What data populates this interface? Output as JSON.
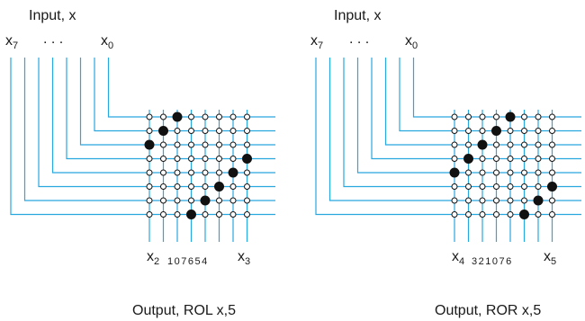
{
  "panels": [
    {
      "id": "rol",
      "input_title": "Input, x",
      "input_msb": {
        "base": "x",
        "sub": "7"
      },
      "input_dots": ". . .",
      "input_lsb": {
        "base": "x",
        "sub": "0"
      },
      "output_left": {
        "base": "x",
        "sub": "2"
      },
      "output_digits": "107654",
      "output_right": {
        "base": "x",
        "sub": "3"
      },
      "caption": "Output, ROL x,5",
      "closed_nodes": [
        [
          0,
          2
        ],
        [
          1,
          1
        ],
        [
          2,
          0
        ],
        [
          3,
          7
        ],
        [
          4,
          6
        ],
        [
          5,
          5
        ],
        [
          6,
          4
        ],
        [
          7,
          3
        ]
      ]
    },
    {
      "id": "ror",
      "input_title": "Input, x",
      "input_msb": {
        "base": "x",
        "sub": "7"
      },
      "input_dots": ". . .",
      "input_lsb": {
        "base": "x",
        "sub": "0"
      },
      "output_left": {
        "base": "x",
        "sub": "4"
      },
      "output_digits": "321076",
      "output_right": {
        "base": "x",
        "sub": "5"
      },
      "caption": "Output, ROR x,5",
      "closed_nodes": [
        [
          0,
          4
        ],
        [
          1,
          3
        ],
        [
          2,
          2
        ],
        [
          3,
          1
        ],
        [
          4,
          0
        ],
        [
          5,
          7
        ],
        [
          6,
          6
        ],
        [
          7,
          5
        ]
      ]
    }
  ],
  "colors": {
    "wire": "#29a8df",
    "node_fill_open": "#ffffff",
    "node_fill_closed": "#111111"
  }
}
